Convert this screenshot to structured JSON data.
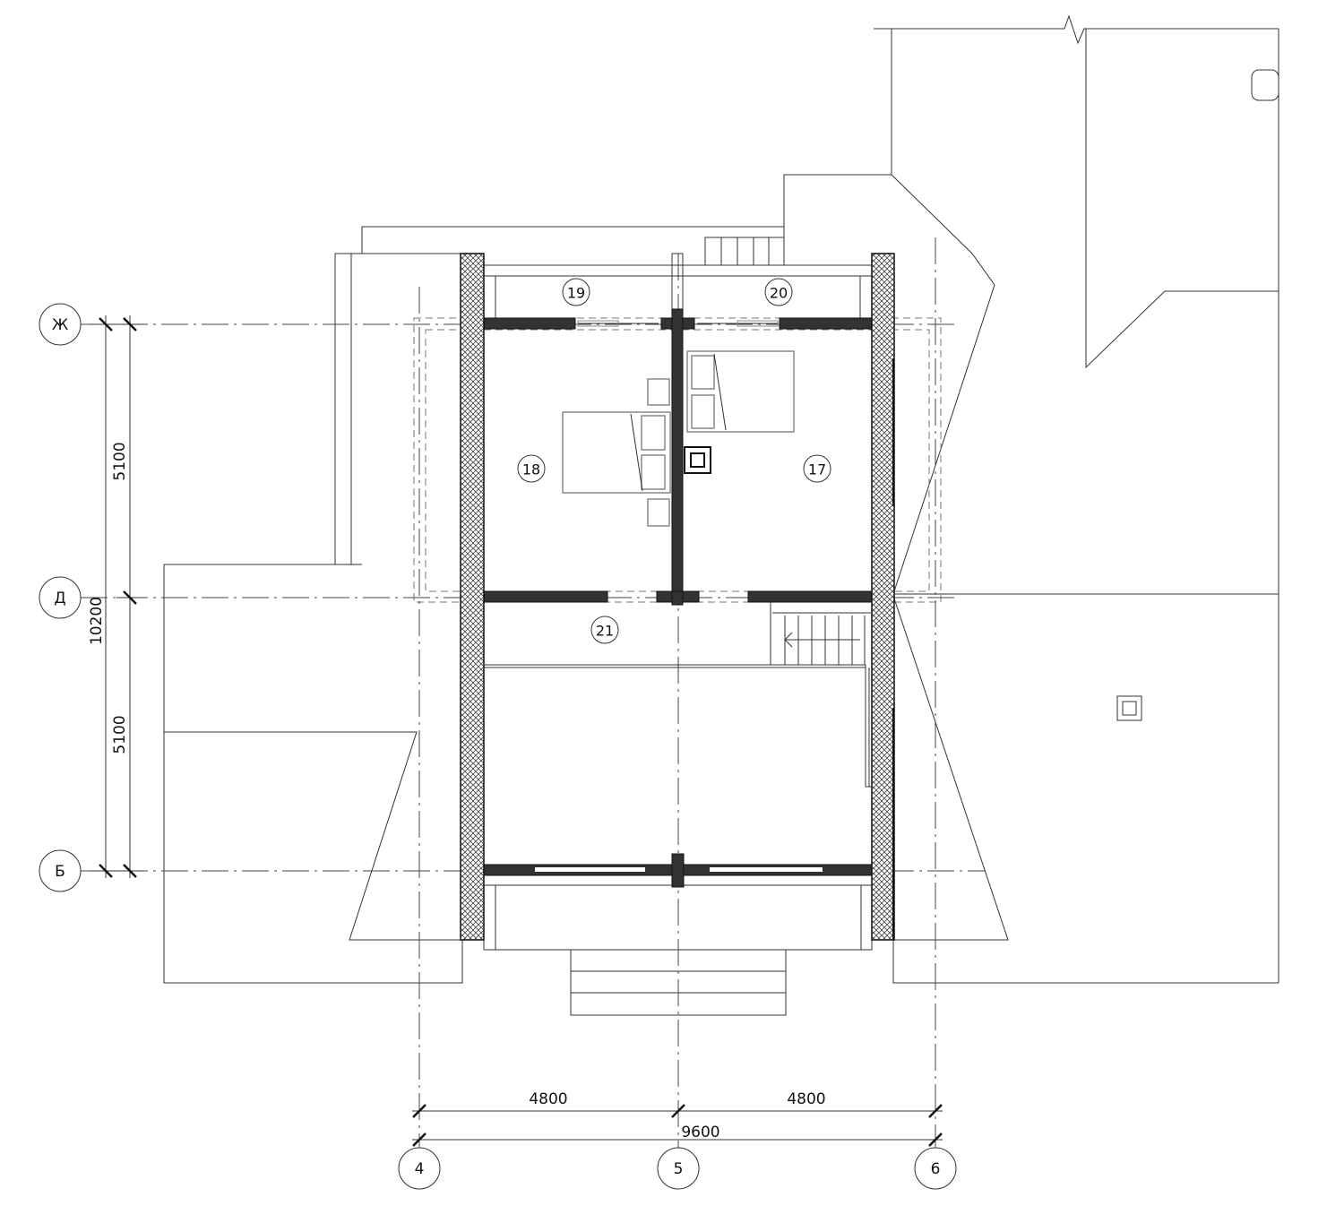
{
  "axes": {
    "horizontal": [
      {
        "label": "Ж"
      },
      {
        "label": "Д"
      },
      {
        "label": "Б"
      }
    ],
    "vertical": [
      {
        "label": "4"
      },
      {
        "label": "5"
      },
      {
        "label": "6"
      }
    ]
  },
  "dimensions": {
    "vertical": {
      "upper": "5100",
      "lower": "5100",
      "total": "10200"
    },
    "horizontal": {
      "left": "4800",
      "right": "4800",
      "total": "9600"
    }
  },
  "rooms": [
    {
      "number": "19"
    },
    {
      "number": "20"
    },
    {
      "number": "18"
    },
    {
      "number": "17"
    },
    {
      "number": "21"
    }
  ]
}
